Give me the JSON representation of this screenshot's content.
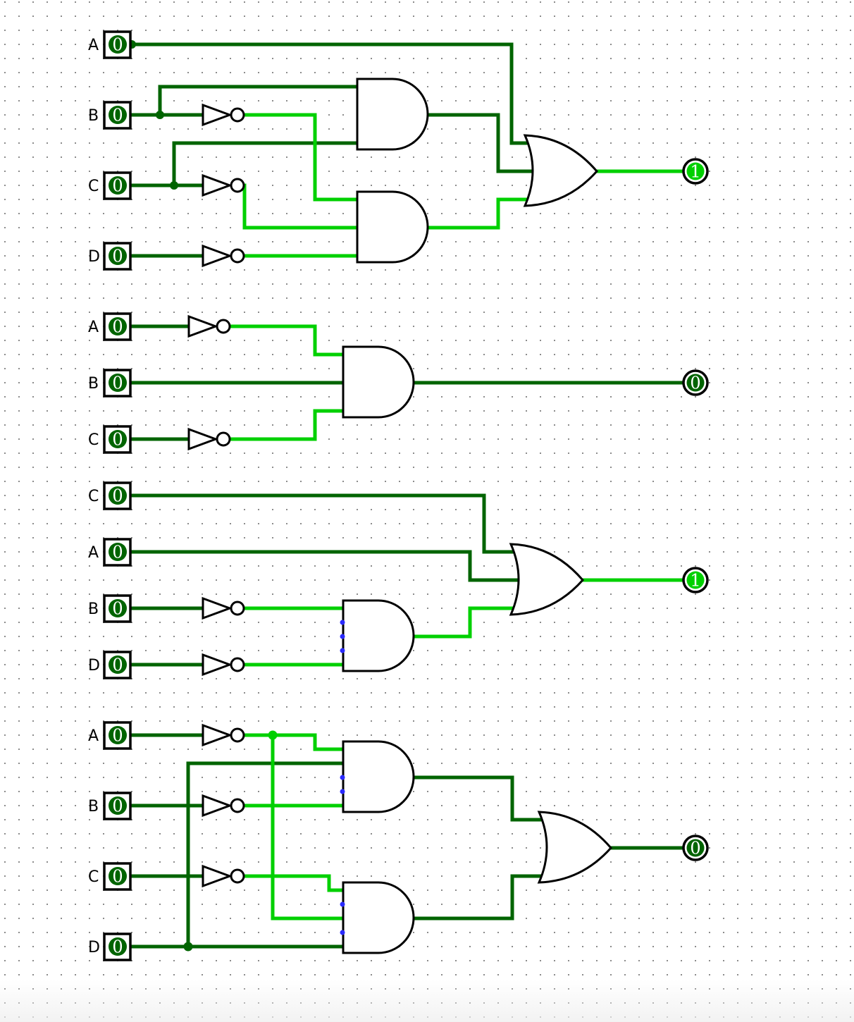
{
  "app": "Logic circuit simulator canvas",
  "colors": {
    "wire_low": "#006400",
    "wire_high": "#00d000",
    "gate_outline": "#000000",
    "unconnected_input": "#2a2aff",
    "grid_dot": "#7a7a7a"
  },
  "circuits": [
    {
      "id": "circuit-1",
      "inputs": [
        {
          "label": "A",
          "value": "0"
        },
        {
          "label": "B",
          "value": "0"
        },
        {
          "label": "C",
          "value": "0"
        },
        {
          "label": "D",
          "value": "0"
        }
      ],
      "gates": [
        "NOT(B)",
        "NOT(C)",
        "NOT(D)",
        "AND(B,C)",
        "AND(NOT B, NOT C, NOT D)",
        "OR(A, AND1, AND2)"
      ],
      "output": {
        "value": "1"
      }
    },
    {
      "id": "circuit-2",
      "inputs": [
        {
          "label": "A",
          "value": "0"
        },
        {
          "label": "B",
          "value": "0"
        },
        {
          "label": "C",
          "value": "0"
        }
      ],
      "gates": [
        "NOT(A)",
        "NOT(C)",
        "AND(NOT A, B, NOT C)"
      ],
      "output": {
        "value": "0"
      }
    },
    {
      "id": "circuit-3",
      "inputs": [
        {
          "label": "C",
          "value": "0"
        },
        {
          "label": "A",
          "value": "0"
        },
        {
          "label": "B",
          "value": "0"
        },
        {
          "label": "D",
          "value": "0"
        }
      ],
      "gates": [
        "NOT(B)",
        "NOT(D)",
        "AND(NOT B, NOT D)",
        "OR(C, A, AND)"
      ],
      "output": {
        "value": "1"
      }
    },
    {
      "id": "circuit-4",
      "inputs": [
        {
          "label": "A",
          "value": "0"
        },
        {
          "label": "B",
          "value": "0"
        },
        {
          "label": "C",
          "value": "0"
        },
        {
          "label": "D",
          "value": "0"
        }
      ],
      "gates": [
        "NOT(A)",
        "NOT(B)",
        "NOT(C)",
        "AND(NOT A, D, NOT B)",
        "AND(NOT C, NOT A, D)",
        "OR(AND1, AND2)"
      ],
      "output": {
        "value": "0"
      }
    }
  ]
}
